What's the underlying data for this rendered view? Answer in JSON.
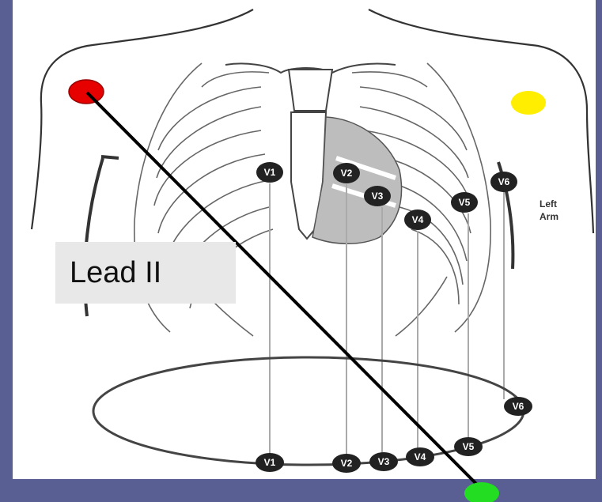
{
  "colors": {
    "background": "#5a5f93",
    "panel": "#ffffff",
    "right_arm_electrode": "#e60000",
    "left_arm_electrode": "#ffee00",
    "left_leg_electrode": "#22dd22",
    "lead_line": "#000000"
  },
  "lead_label": "Lead II",
  "side_label_line1": "Left",
  "side_label_line2": "Arm",
  "chest_electrodes": [
    "V1",
    "V2",
    "V3",
    "V4",
    "V5",
    "V6"
  ],
  "ring_electrodes": [
    "V1",
    "V2",
    "V3",
    "V4",
    "V5",
    "V6"
  ]
}
